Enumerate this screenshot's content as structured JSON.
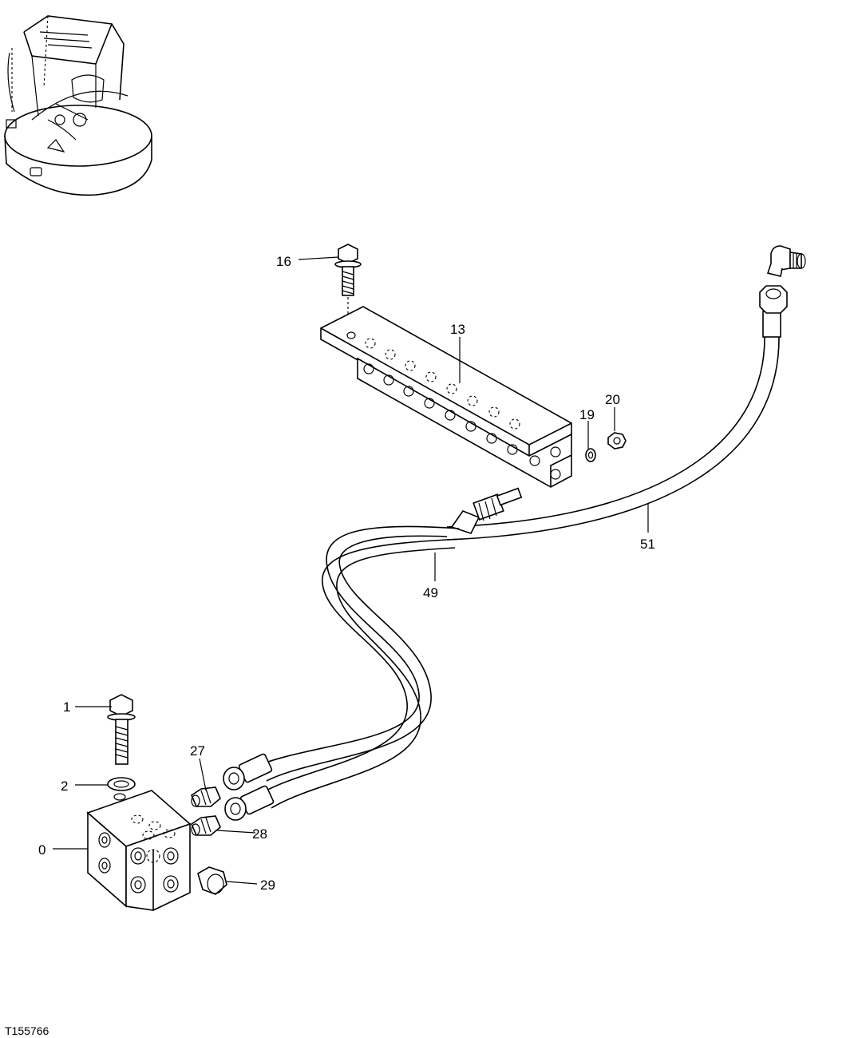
{
  "drawing_id": "T155766",
  "callouts": {
    "c0": "0",
    "c1": "1",
    "c2": "2",
    "c13": "13",
    "c16": "16",
    "c19": "19",
    "c20": "20",
    "c27": "27",
    "c28": "28",
    "c29": "29",
    "c49": "49",
    "c51": "51"
  }
}
